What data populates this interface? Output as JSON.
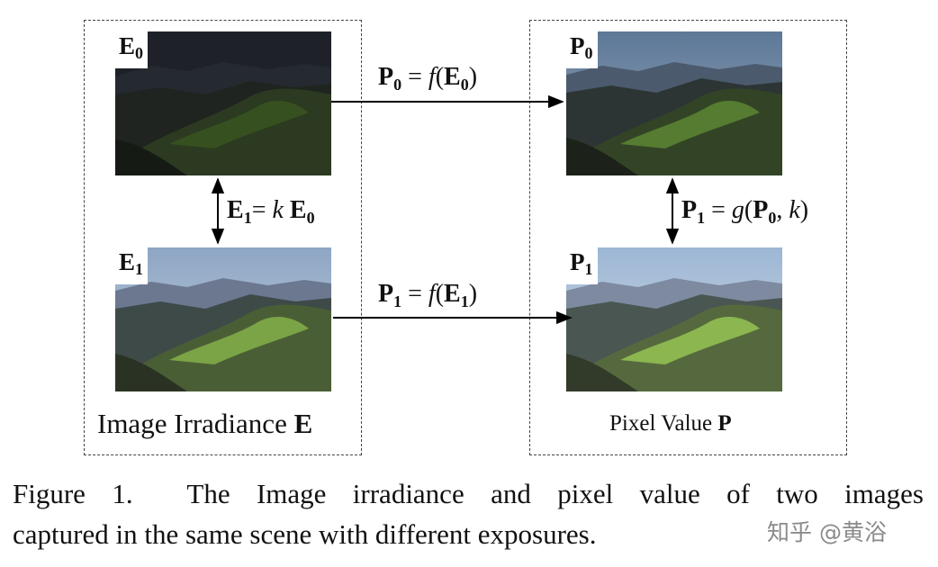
{
  "left_panel": {
    "title": "Image Irradiance",
    "title_symbol": "E",
    "top_photo": {
      "label_main": "E",
      "label_sub": "0",
      "exposure": "dark"
    },
    "bottom_photo": {
      "label_main": "E",
      "label_sub": "1",
      "exposure": "normal"
    }
  },
  "right_panel": {
    "title": "Pixel Value",
    "title_symbol": "P",
    "top_photo": {
      "label_main": "P",
      "label_sub": "0",
      "exposure": "medium"
    },
    "bottom_photo": {
      "label_main": "P",
      "label_sub": "1",
      "exposure": "bright"
    }
  },
  "formulas": {
    "top_mapping": {
      "lhs": "P",
      "lhs_sub": "0",
      "eq": " = ",
      "fn": "f",
      "open": "(",
      "arg": "E",
      "arg_sub": "0",
      "close": ")"
    },
    "bottom_mapping": {
      "lhs": "P",
      "lhs_sub": "1",
      "eq": " = ",
      "fn": "f",
      "open": "(",
      "arg": "E",
      "arg_sub": "1",
      "close": ")"
    },
    "irradiance_relation": {
      "lhs": "E",
      "lhs_sub": "1",
      "eq": "= ",
      "k": "k",
      "rhs": " E",
      "rhs_sub": "0"
    },
    "pixel_relation": {
      "lhs": "P",
      "lhs_sub": "1",
      "eq": " = ",
      "fn": "g",
      "open": "(",
      "arg": "P",
      "arg_sub": "0",
      "comma": ", ",
      "k": "k",
      "close": ")"
    }
  },
  "caption": {
    "line1": "Figure 1.  The Image irradiance and pixel value of two images",
    "line2": "captured in the same scene with different exposures."
  },
  "watermark": "知乎 @黄浴",
  "colors": {
    "frame": "#444444",
    "arrow": "#000000",
    "grass": "#6e9a3c",
    "sky": "#9fb7d6"
  }
}
